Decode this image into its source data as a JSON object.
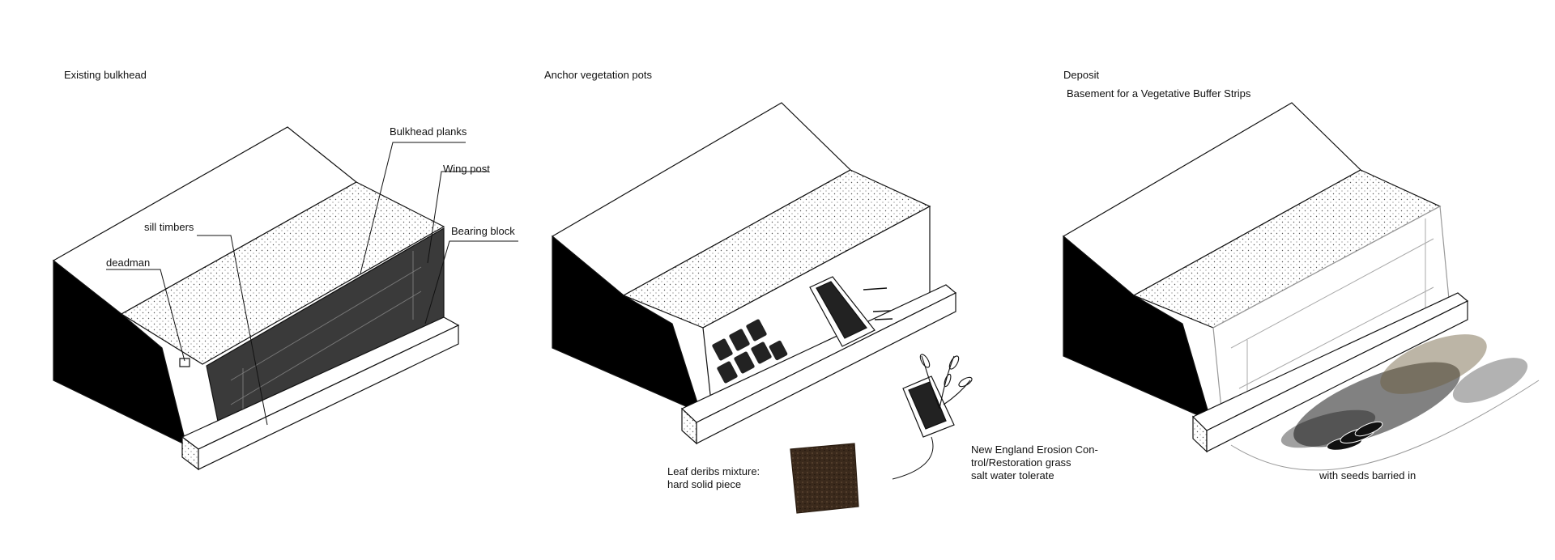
{
  "panel1": {
    "title": "Existing bulkhead",
    "labels": {
      "bulkhead_planks": "Bulkhead planks",
      "wing_post": "Wing post",
      "sill_timbers": "sill timbers",
      "bearing_block": "Bearing block",
      "deadman": "deadman"
    }
  },
  "panel2": {
    "title": "Anchor vegetation pots",
    "labels": {
      "leaf_debris": "Leaf deribs mixture:\nhard solid piece",
      "grass": "New England Erosion Con-\ntrol/Restoration grass\nsalt water tolerate"
    }
  },
  "panel3": {
    "title": "Deposit",
    "subtitle": "Basement for a Vegetative Buffer Strips",
    "labels": {
      "seeds": "with seeds barried in"
    }
  },
  "colors": {
    "ink": "#111111",
    "plank": "#3a3a3a",
    "soil": "#3b2a1c"
  }
}
